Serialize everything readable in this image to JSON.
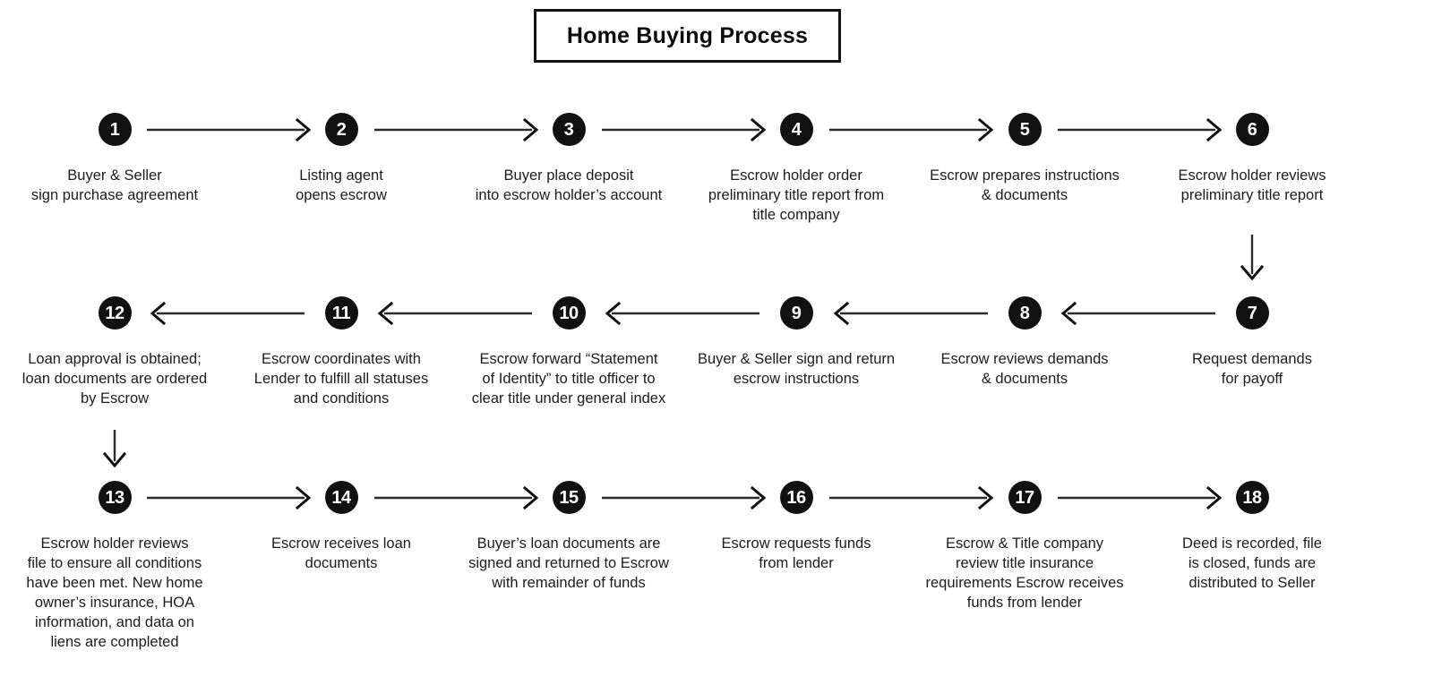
{
  "title": {
    "text": "Home Buying Process"
  },
  "colors": {
    "badge_fill": "#111111",
    "badge_text": "#ffffff",
    "label_text": "#1c1c1c",
    "connector": "#2b2b2b",
    "title_border": "#111111",
    "background": "#ffffff"
  },
  "chart_data": {
    "type": "diagram",
    "title": "Home Buying Process",
    "layout": "serpentine-flowchart",
    "rows": 3,
    "columns": 6,
    "node_count": 18
  },
  "nodes": [
    {
      "number": "1",
      "label": "Buyer & Seller\nsign purchase agreement"
    },
    {
      "number": "2",
      "label": "Listing agent\nopens escrow"
    },
    {
      "number": "3",
      "label": "Buyer place deposit\ninto escrow holder’s account"
    },
    {
      "number": "4",
      "label": "Escrow holder order\npreliminary title report from\ntitle company"
    },
    {
      "number": "5",
      "label": "Escrow prepares instructions\n& documents"
    },
    {
      "number": "6",
      "label": "Escrow holder reviews\npreliminary title report"
    },
    {
      "number": "7",
      "label": "Request demands\nfor payoff"
    },
    {
      "number": "8",
      "label": "Escrow reviews demands\n& documents"
    },
    {
      "number": "9",
      "label": "Buyer & Seller sign and return\nescrow instructions"
    },
    {
      "number": "10",
      "label": "Escrow forward “Statement\nof Identity” to title officer to\nclear title under general index"
    },
    {
      "number": "11",
      "label": "Escrow coordinates with\nLender to fulfill all statuses\nand conditions"
    },
    {
      "number": "12",
      "label": "Loan approval is obtained;\nloan documents are ordered\nby Escrow"
    },
    {
      "number": "13",
      "label": "Escrow holder reviews\nfile to ensure all conditions\nhave been met. New home\nowner’s insurance, HOA\ninformation, and data on\nliens are completed"
    },
    {
      "number": "14",
      "label": "Escrow receives loan\ndocuments"
    },
    {
      "number": "15",
      "label": "Buyer’s loan documents are\nsigned and returned to Escrow\nwith remainder of funds"
    },
    {
      "number": "16",
      "label": "Escrow requests funds\nfrom lender"
    },
    {
      "number": "17",
      "label": "Escrow & Title company\nreview title insurance\nrequirements Escrow receives\nfunds from lender"
    },
    {
      "number": "18",
      "label": "Deed is recorded, file\nis closed, funds are\ndistributed to Seller"
    }
  ]
}
